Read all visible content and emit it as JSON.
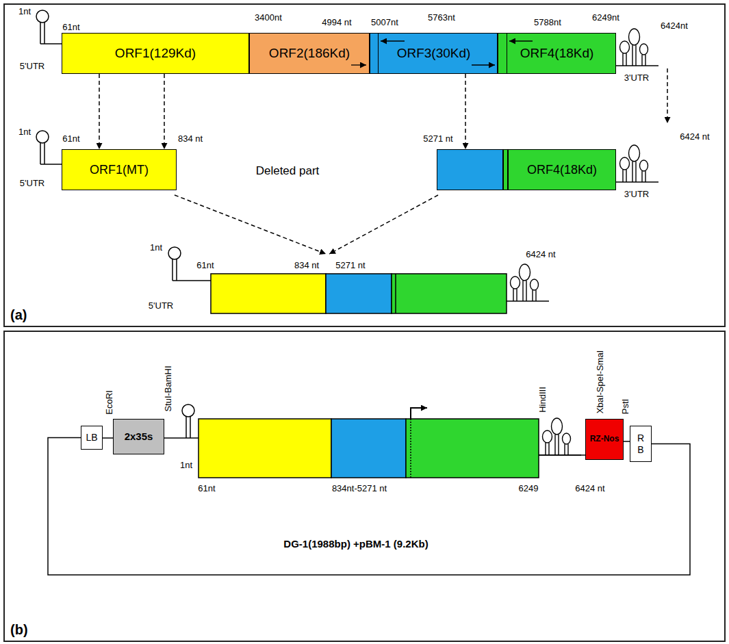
{
  "diagram": {
    "nodes": [
      {
        "text": [
          "(a)"
        ]
      },
      {
        "text": [
          "ORF1(129Kd)"
        ],
        "in": 0
      },
      {
        "text": [
          "ORF2(186Kd)"
        ],
        "in": 0
      },
      {
        "text": [
          "ORF3(30Kd)"
        ],
        "in": 0
      },
      {
        "text": [
          "ORF4(18Kd)"
        ],
        "in": 0
      },
      {
        "text": [
          "ORF1(MT)"
        ],
        "in": 0
      },
      {
        "text": [
          "ORF4(18Kd)"
        ],
        "in": 0
      },
      {
        "text": [
          "(b)"
        ]
      },
      {
        "text": [
          "LB"
        ],
        "in": 7
      },
      {
        "text": [
          "2x35s"
        ],
        "in": 7
      },
      {
        "text": [
          "RZ-Nos"
        ],
        "in": 7
      },
      {
        "text": [
          "R B"
        ],
        "in": 7
      }
    ],
    "edges": [
      {
        "from": 1,
        "to": 5,
        "arrow": "to"
      },
      {
        "from": 1,
        "to": 5,
        "arrow": "to"
      },
      {
        "from": 3,
        "to": 6,
        "arrow": "to"
      },
      {
        "from": 8,
        "to": 9,
        "arrow": "none"
      },
      {
        "from": 10,
        "to": 11,
        "arrow": "none"
      },
      {
        "from": 8,
        "to": 11,
        "arrow": "none"
      }
    ],
    "labels": [
      "1nt",
      "61nt",
      "5'UTR",
      "3400nt",
      "4994 nt",
      "5007nt",
      "5763nt",
      "5788nt",
      "6249nt",
      "6424nt",
      "3'UTR",
      "1nt",
      "61nt",
      "834 nt",
      "Deleted part",
      "5271 nt",
      "6424 nt",
      "5'UTR",
      "3'UTR",
      "1nt",
      "61nt",
      "834 nt",
      "5271 nt",
      "6424 nt",
      "5'UTR",
      "EcoRI",
      "StuI-BamHI",
      "1nt",
      "61nt",
      "834nt-5271 nt",
      "6249",
      "HindIII",
      "XbaI-SpeI-SmaI",
      "PstI",
      "6424 nt",
      "DG-1(1988bp) +pBM-1 (9.2Kb)"
    ]
  }
}
